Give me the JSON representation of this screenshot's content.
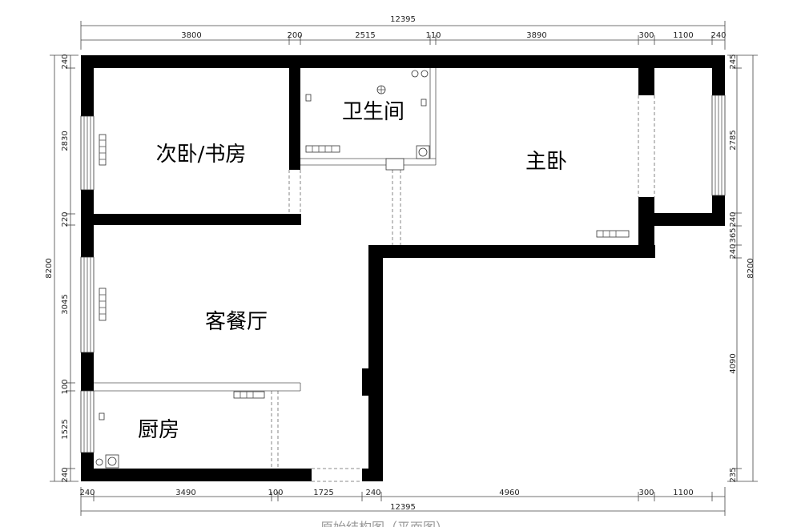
{
  "rooms": {
    "secondary_bedroom": "次卧/书房",
    "bathroom": "卫生间",
    "master_bedroom": "主卧",
    "living_dining": "客餐厅",
    "kitchen": "厨房"
  },
  "dimensions": {
    "top_total": "12395",
    "top": [
      "3800",
      "200",
      "2515",
      "110",
      "3890",
      "300",
      "1100",
      "240"
    ],
    "bottom_total": "12395",
    "bottom": [
      "240",
      "3490",
      "100",
      "1725",
      "240",
      "4960",
      "300",
      "1100"
    ],
    "left_total": "8200",
    "left": [
      "240",
      "2830",
      "220",
      "3045",
      "100",
      "1525",
      "240"
    ],
    "right_total": "8200",
    "right": [
      "245",
      "2785",
      "240",
      "365",
      "240",
      "4090",
      "235"
    ]
  },
  "caption": "原始结构图（平面图）"
}
